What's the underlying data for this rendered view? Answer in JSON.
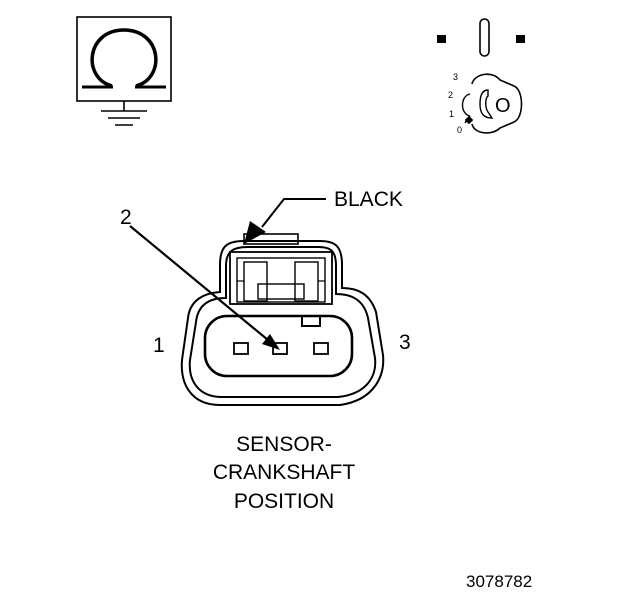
{
  "labels": {
    "wire_color": "BLACK",
    "pin_1": "1",
    "pin_2": "2",
    "pin_3": "3",
    "title_line1": "SENSOR-",
    "title_line2": "CRANKSHAFT",
    "title_line3": "POSITION",
    "figure_number": "3078782"
  },
  "ignition_switch": {
    "positions": [
      "3",
      "2",
      "1",
      "0"
    ],
    "key_label": "O"
  },
  "icons": {
    "ohmmeter": "omega-ground-icon",
    "ignition": "ignition-key-icon"
  },
  "colors": {
    "line": "#000000",
    "background": "#ffffff"
  }
}
